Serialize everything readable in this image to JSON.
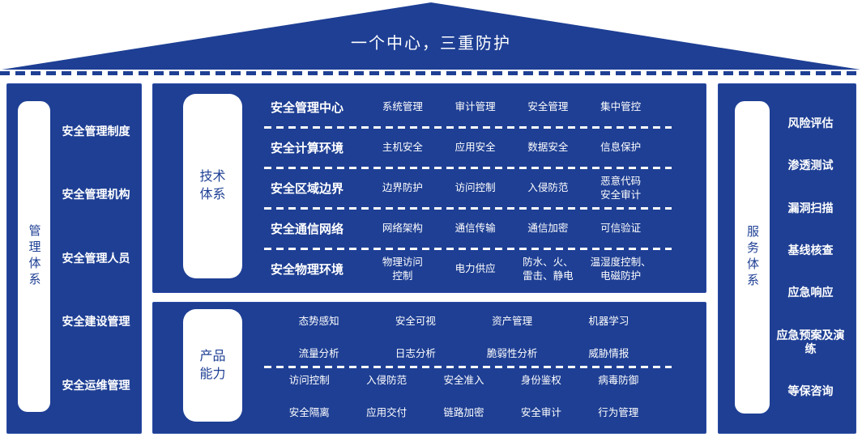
{
  "colors": {
    "blue": "#1e3f94",
    "blue_border": "#2a4ba5",
    "text_on_blue": "#ffffff"
  },
  "roof": {
    "title": "一个中心，三重防护"
  },
  "management": {
    "pill": "管理体系",
    "items": [
      "安全管理制度",
      "安全管理机构",
      "安全管理人员",
      "安全建设管理",
      "安全运维管理"
    ]
  },
  "technology": {
    "pill_line1": "技术",
    "pill_line2": "体系",
    "rows": [
      {
        "label": "安全管理中心",
        "items": [
          "系统管理",
          "审计管理",
          "安全管理",
          "集中管控"
        ]
      },
      {
        "label": "安全计算环境",
        "items": [
          "主机安全",
          "应用安全",
          "数据安全",
          "信息保护"
        ]
      },
      {
        "label": "安全区域边界",
        "items": [
          "边界防护",
          "访问控制",
          "入侵防范",
          "恶意代码\n安全审计"
        ]
      },
      {
        "label": "安全通信网络",
        "items": [
          "网络架构",
          "通信传输",
          "通信加密",
          "可信验证"
        ]
      },
      {
        "label": "安全物理环境",
        "items": [
          "物理访问\n控制",
          "电力供应",
          "防水、火、\n雷击、静电",
          "温湿度控制、\n电磁防护"
        ]
      }
    ]
  },
  "product": {
    "pill_line1": "产品",
    "pill_line2": "能力",
    "group1_rows": [
      [
        "态势感知",
        "安全可视",
        "资产管理",
        "机器学习"
      ],
      [
        "流量分析",
        "日志分析",
        "脆弱性分析",
        "威胁情报"
      ]
    ],
    "group2_rows": [
      [
        "访问控制",
        "入侵防范",
        "安全准入",
        "身份鉴权",
        "病毒防御"
      ],
      [
        "安全隔离",
        "应用交付",
        "链路加密",
        "安全审计",
        "行为管理"
      ]
    ]
  },
  "service": {
    "pill": "服务体系",
    "items": [
      "风险评估",
      "渗透测试",
      "漏洞扫描",
      "基线核查",
      "应急响应",
      "应急预案及演\n练",
      "等保咨询"
    ]
  }
}
